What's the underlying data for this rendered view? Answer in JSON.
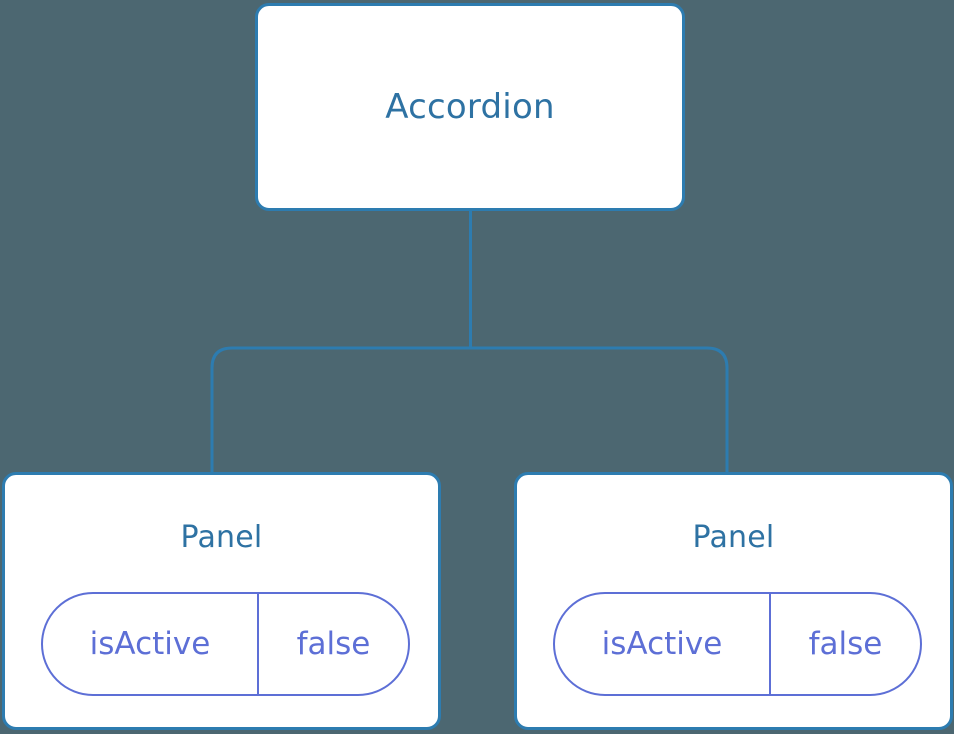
{
  "diagram": {
    "type": "component-tree",
    "background_color": "#4c6771",
    "node_border_color": "#2d7cb0",
    "node_title_color": "#2e72a3",
    "prop_color": "#5d6fd6",
    "connector_color": "#2d7cb0",
    "root": {
      "title": "Accordion"
    },
    "children": [
      {
        "title": "Panel",
        "props": [
          {
            "key": "isActive",
            "value": "false"
          }
        ]
      },
      {
        "title": "Panel",
        "props": [
          {
            "key": "isActive",
            "value": "false"
          }
        ]
      }
    ]
  }
}
